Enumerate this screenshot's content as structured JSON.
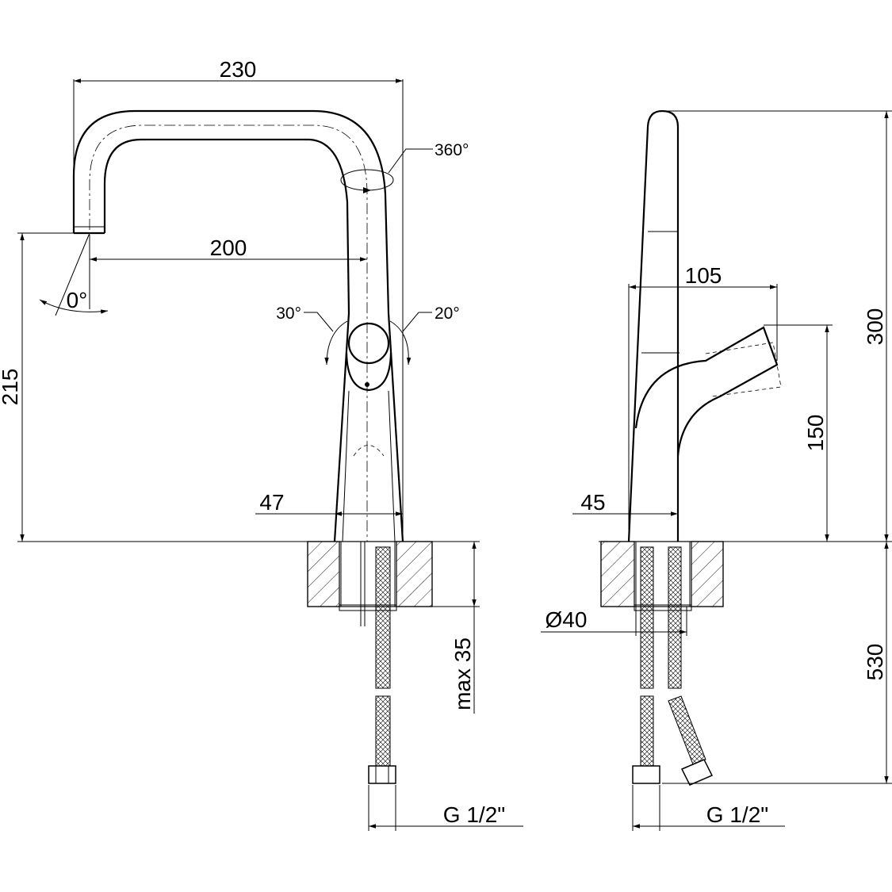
{
  "dimensions": {
    "spout_reach_total": "230",
    "spout_reach": "200",
    "spout_height": "215",
    "swivel_angle": "360°",
    "spout_tilt_angle": "0°",
    "handle_left_angle": "30°",
    "handle_right_angle": "20°",
    "front_base_diameter": "47",
    "max_deck_thickness": "max 35",
    "front_connection_thread": "G 1/2\"",
    "total_height": "300",
    "handle_reach": "105",
    "handle_height": "150",
    "side_base_diameter": "45",
    "mounting_hole": "Ø40",
    "hose_length": "530",
    "side_connection_thread": "G 1/2\""
  }
}
